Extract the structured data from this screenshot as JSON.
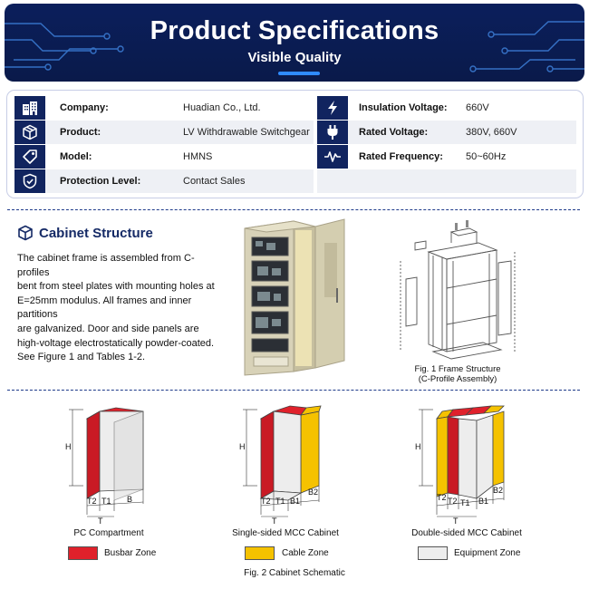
{
  "header": {
    "title": "Product Specifications",
    "subtitle": "Visible Quality"
  },
  "specs_left": [
    {
      "icon": "building-icon",
      "label": "Company:",
      "value": "Huadian Co., Ltd."
    },
    {
      "icon": "cube-icon",
      "label": "Product:",
      "value": "LV Withdrawable Switchgear"
    },
    {
      "icon": "tag-icon",
      "label": "Model:",
      "value": "HMNS"
    },
    {
      "icon": "shield-check-icon",
      "label": "Protection Level:",
      "value": "Contact Sales"
    }
  ],
  "specs_right": [
    {
      "icon": "lightning-icon",
      "label": "Insulation Voltage:",
      "value": "660V"
    },
    {
      "icon": "plug-icon",
      "label": "Rated Voltage:",
      "value": "380V, 660V"
    },
    {
      "icon": "waveform-icon",
      "label": "Rated Frequency:",
      "value": "50~60Hz"
    }
  ],
  "cabinet_structure": {
    "title": "Cabinet Structure",
    "lines": [
      "The cabinet frame is assembled from C-profiles",
      "bent from steel plates with mounting holes at",
      "E=25mm modulus. All frames and inner partitions",
      "are galvanized. Door and side panels are",
      "high-voltage electrostatically powder-coated.",
      "See Figure 1 and Tables 1-2."
    ],
    "fig1_line1": "Fig. 1 Frame Structure",
    "fig1_line2": "(C-Profile Assembly)"
  },
  "schematic": {
    "cabinets": [
      {
        "caption": "PC Compartment",
        "dims": [
          "T2",
          "T1",
          "B",
          "T",
          "H"
        ]
      },
      {
        "caption": "Single-sided MCC Cabinet",
        "dims": [
          "T2",
          "T1",
          "B1",
          "B2",
          "T",
          "H"
        ]
      },
      {
        "caption": "Double-sided MCC Cabinet",
        "dims": [
          "T2",
          "T2",
          "T1",
          "B1",
          "B2",
          "T",
          "H"
        ]
      }
    ],
    "legend": [
      {
        "label": "Busbar Zone",
        "color": "#e0212b"
      },
      {
        "label": "Cable Zone",
        "color": "#f5c200"
      },
      {
        "label": "Equipment Zone",
        "color": "#ededed"
      }
    ],
    "fig2": "Fig. 2 Cabinet Schematic"
  },
  "colors": {
    "navy": "#0b1f5c",
    "accent": "#2f8bff",
    "busbar": "#e0212b",
    "cable": "#f5c200",
    "equipment": "#ededed"
  }
}
